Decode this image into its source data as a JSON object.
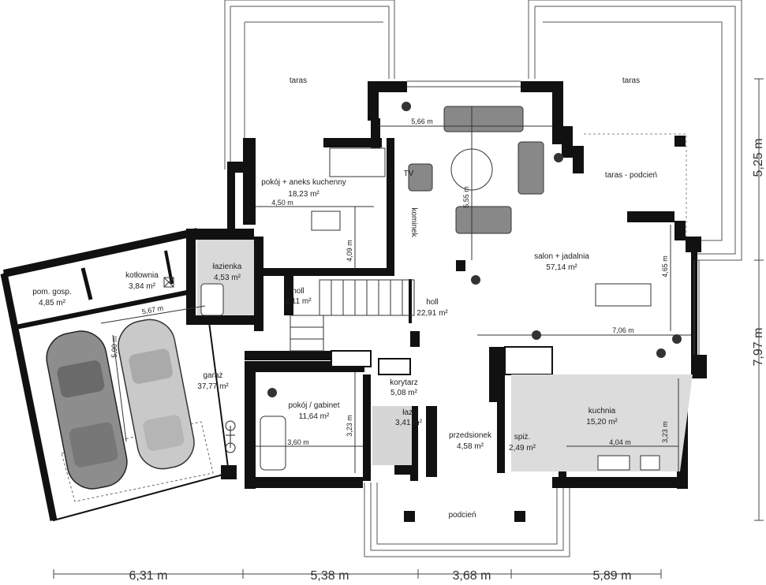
{
  "rooms": {
    "taras_left": {
      "name": "taras"
    },
    "taras_right": {
      "name": "taras"
    },
    "taras_podcien": {
      "name": "taras - podcień"
    },
    "pokoj_aneks": {
      "name": "pokój + aneks kuchenny",
      "area": "18,23 m²"
    },
    "lazienka": {
      "name": "łazienka",
      "area": "4,53 m²"
    },
    "kotlownia": {
      "name": "kotłownia",
      "area": "3,84 m²"
    },
    "pom_gosp": {
      "name": "pom. gosp.",
      "area": "4,85 m²"
    },
    "holl_small": {
      "name": "holl",
      "area": "2,11 m²"
    },
    "holl_main": {
      "name": "holl",
      "area": "22,91 m²"
    },
    "salon": {
      "name": "salon + jadalnia",
      "area": "57,14 m²"
    },
    "garaz": {
      "name": "garaż",
      "area": "37,77 m²"
    },
    "gabinet": {
      "name": "pokój / gabinet",
      "area": "11,64 m²"
    },
    "laz": {
      "name": "łaz.",
      "area": "3,41 m²"
    },
    "korytarz": {
      "name": "korytarz",
      "area": "5,08 m²"
    },
    "przedsionek": {
      "name": "przedsionek",
      "area": "4,58 m²"
    },
    "spiz": {
      "name": "spiż.",
      "area": "2,49 m²"
    },
    "kuchnia": {
      "name": "kuchnia",
      "area": "15,20 m²"
    },
    "podcien": {
      "name": "podcień"
    }
  },
  "labels": {
    "tv": "TV",
    "kominek": "kominek"
  },
  "dims": {
    "d566": "5,66 m",
    "d555": "5,55 m",
    "d450": "4,50 m",
    "d409": "4,09 m",
    "d465": "4,65 m",
    "d706": "7,06 m",
    "d567": "5,67 m",
    "d590": "5,90 m",
    "d360": "3,60 m",
    "d323a": "3,23 m",
    "d404": "4,04 m",
    "d323b": "3,23 m"
  },
  "outer_dims": {
    "bottom": [
      "6,31 m",
      "5,38 m",
      "3,68 m",
      "5,89 m"
    ],
    "right_top": "5,25 m",
    "right_bottom": "7,97 m"
  }
}
